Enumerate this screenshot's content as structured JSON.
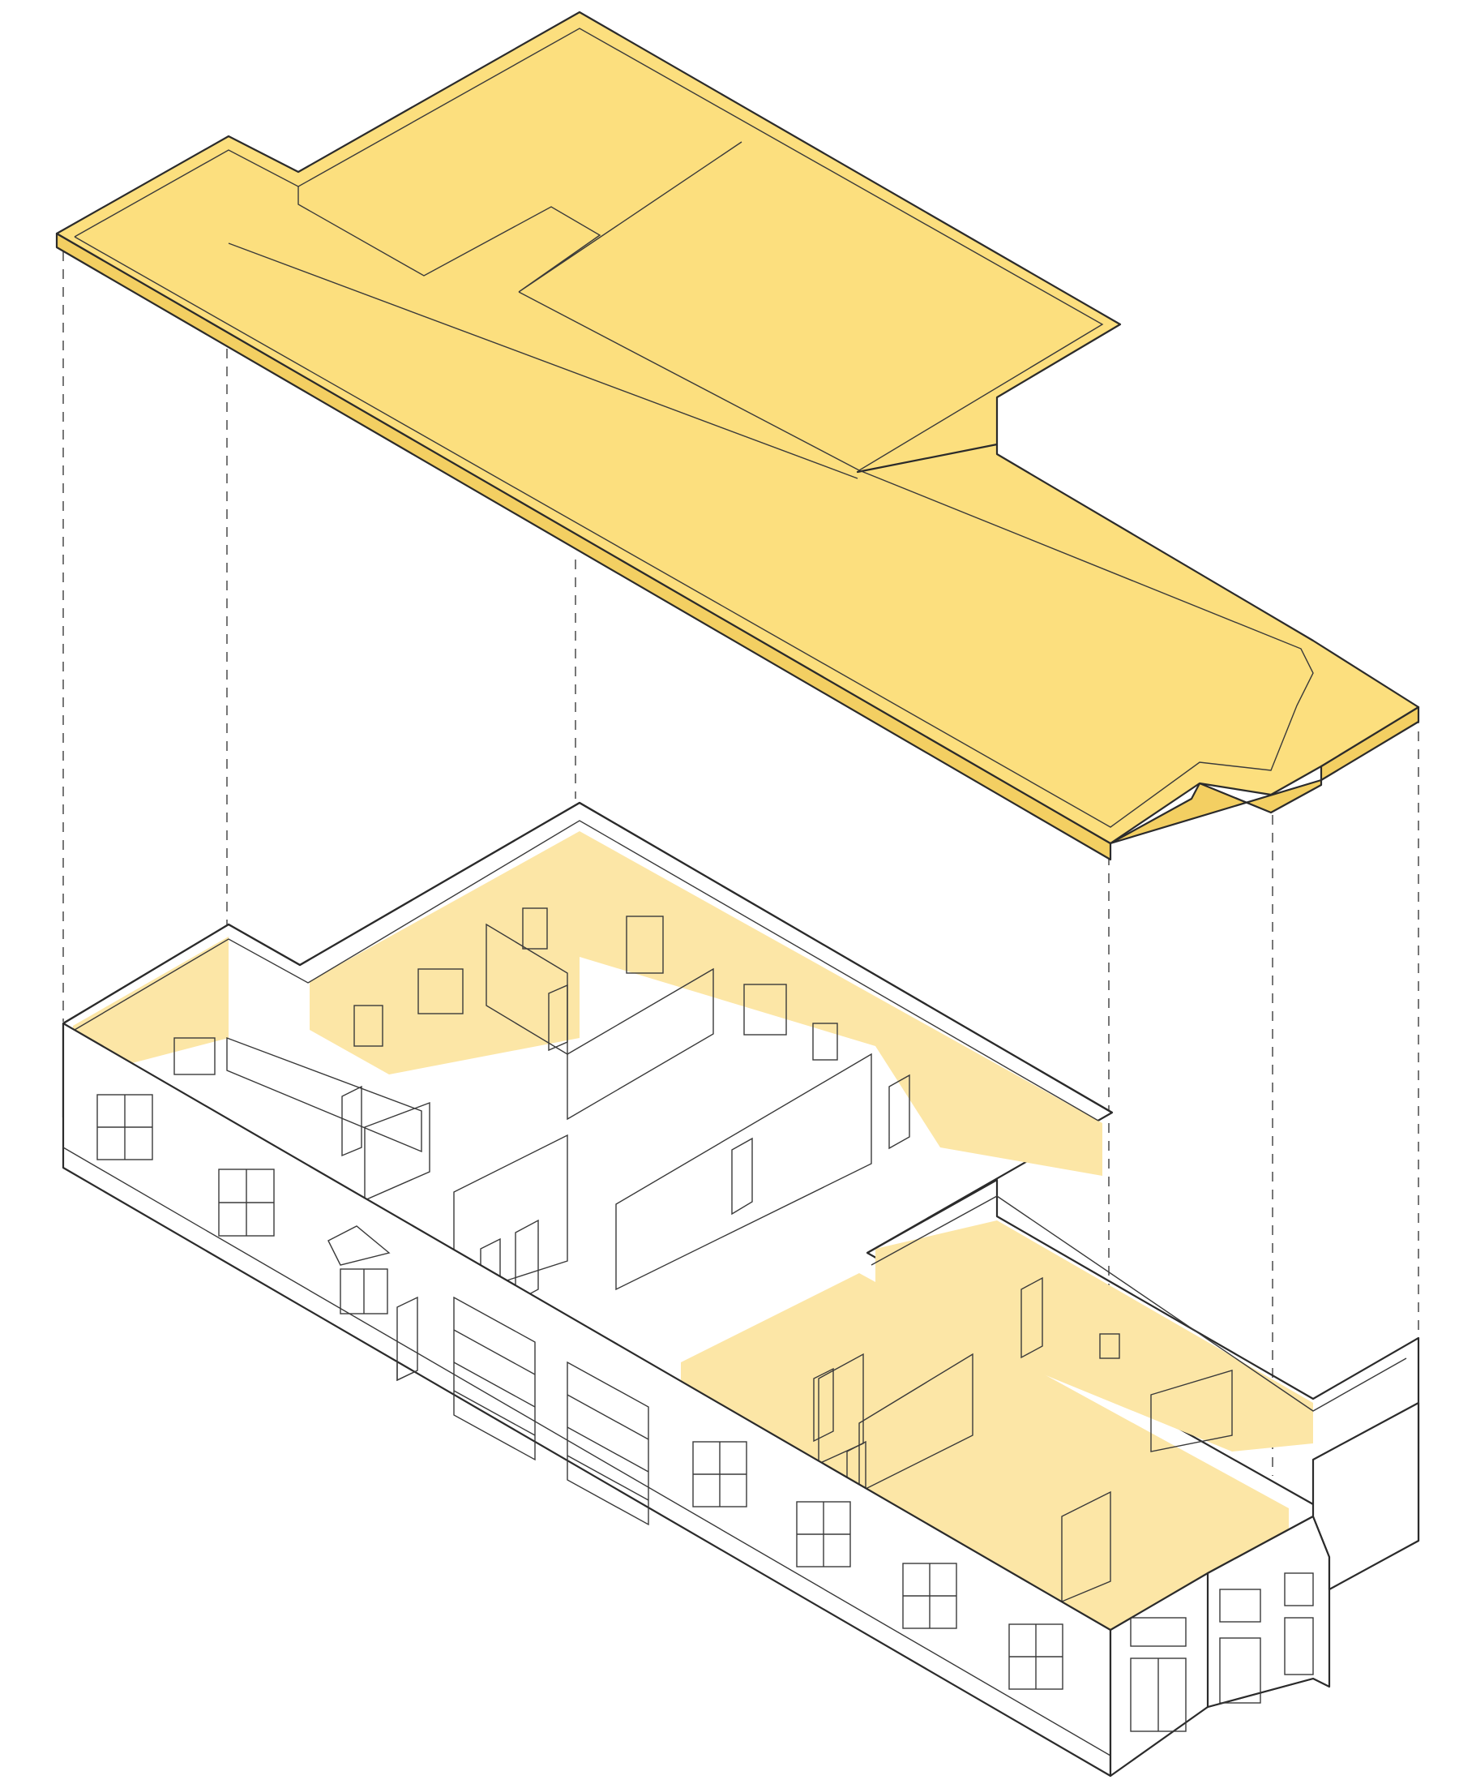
{
  "diagram": {
    "kind": "exploded isometric building drawing",
    "colors": {
      "roof_fill": "#FCDF7E",
      "roof_fill_dark": "#F3CF62",
      "interior_wall": "#FCE6A6",
      "interior_wall_dark": "#F7D886",
      "floor": "#FFFFFF",
      "exterior_wall": "#FFFFFF",
      "door": "#F7C94A",
      "line": "#2B2B2B"
    },
    "layers": [
      {
        "id": "roof",
        "label": ""
      },
      {
        "id": "ground-floor",
        "label": ""
      }
    ]
  }
}
